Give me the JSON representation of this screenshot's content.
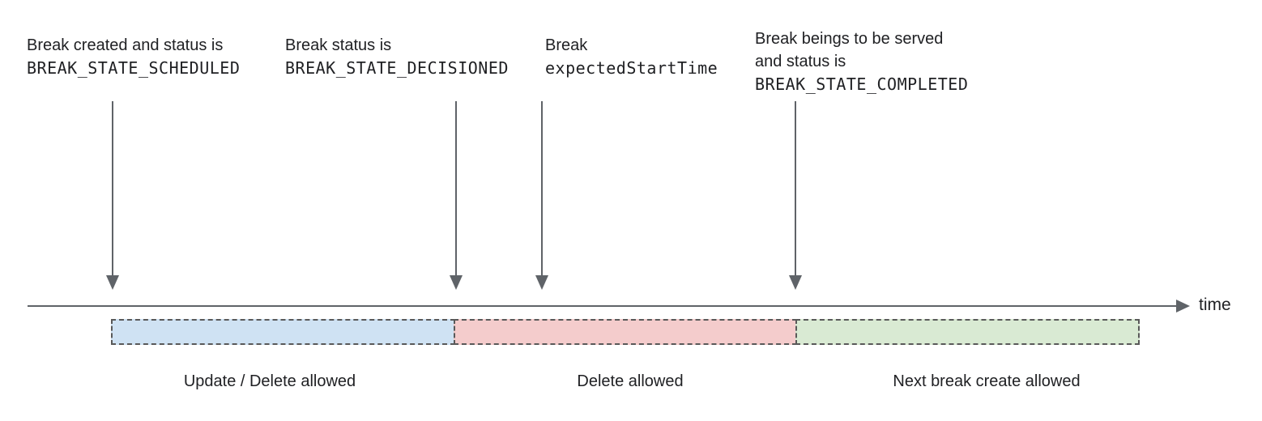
{
  "diagram": {
    "annotations": [
      {
        "line1": "Break created and status is",
        "code": "BREAK_STATE_SCHEDULED"
      },
      {
        "line1": "Break status is",
        "code": "BREAK_STATE_DECISIONED"
      },
      {
        "line1": "Break",
        "code": "expectedStartTime"
      },
      {
        "line1": "Break beings to be served",
        "line2": "and status is",
        "code": "BREAK_STATE_COMPLETED"
      }
    ],
    "axis_label": "time",
    "segments": [
      {
        "label": "Update / Delete allowed",
        "color": "#cfe2f3"
      },
      {
        "label": "Delete allowed",
        "color": "#f4cccc"
      },
      {
        "label": "Next break create allowed",
        "color": "#d9ead3"
      }
    ],
    "colors": {
      "stroke": "#5f6368",
      "dash_border": "#595959",
      "text": "#202124"
    }
  }
}
